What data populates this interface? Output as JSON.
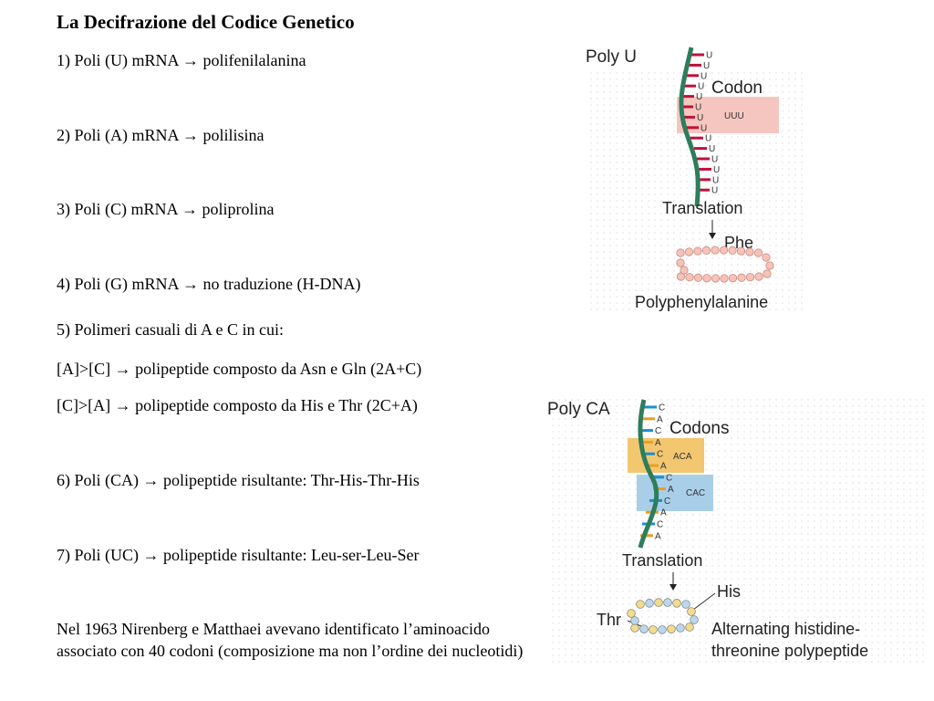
{
  "title": "La Decifrazione del Codice Genetico",
  "items": [
    "1) Poli (U) mRNA → polifenilalanina",
    "2) Poli (A) mRNA → polilisina",
    "3) Poli (C) mRNA → poliprolina",
    "4) Poli (G) mRNA → no traduzione (H-DNA)",
    "5) Polimeri casuali di A e C in cui:",
    "[A]>[C] → polipeptide composto da Asn e Gln (2A+C)",
    "[C]>[A] → polipeptide composto da His  e Thr (2C+A)",
    "6) Poli (CA) → polipeptide risultante:  Thr-His-Thr-His",
    "7) Poli (UC) →  polipeptide risultante:  Leu-ser-Leu-Ser"
  ],
  "footnote": "Nel 1963 Nirenberg e Matthaei avevano identificato l’aminoacido associato con 40 codoni (composizione ma non l’ordine dei nucleotidi)",
  "figure1": {
    "label": "Poly U",
    "codon_label": "Codon",
    "codon": "UUU",
    "bases": [
      "U",
      "U",
      "U",
      "U",
      "U",
      "U",
      "U",
      "U",
      "U",
      "U",
      "U",
      "U",
      "U",
      "U"
    ],
    "step": "Translation",
    "aa": "Phe",
    "product": "Polyphenylalanine"
  },
  "figure2": {
    "label": "Poly CA",
    "codon_label": "Codons",
    "codon1": "ACA",
    "codon2": "CAC",
    "bases": [
      "C",
      "A",
      "C",
      "A",
      "C",
      "A",
      "C",
      "A",
      "C",
      "A",
      "C",
      "A"
    ],
    "step": "Translation",
    "aa1": "His",
    "aa2": "Thr",
    "product_line1": "Alternating histidine-",
    "product_line2": "threonine polypeptide"
  },
  "colors": {
    "strand": "#2e7d5b",
    "tickU": "#c0103a",
    "tickC": "#1a8fd0",
    "tickA": "#e8a020",
    "codonBox": "#f5c6bf",
    "codonBoxA": "#f3c770",
    "codonBoxC": "#a9cfe8",
    "bead": "#f7c2b8",
    "beadHis": "#f3dc8a",
    "beadThr": "#b9d8ee"
  }
}
